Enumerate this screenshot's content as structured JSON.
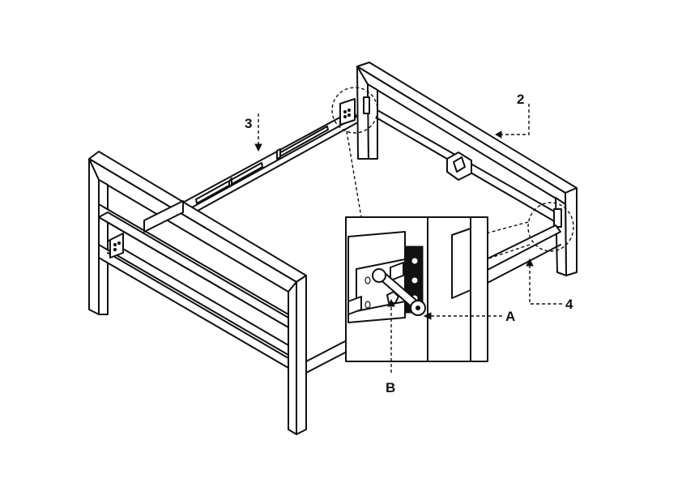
{
  "diagram": {
    "labels": {
      "part_2": "2",
      "part_3": "3",
      "part_4": "4",
      "detail_a": "A",
      "detail_b": "B"
    },
    "colors": {
      "ink": "#111111",
      "paper": "#ffffff"
    }
  }
}
